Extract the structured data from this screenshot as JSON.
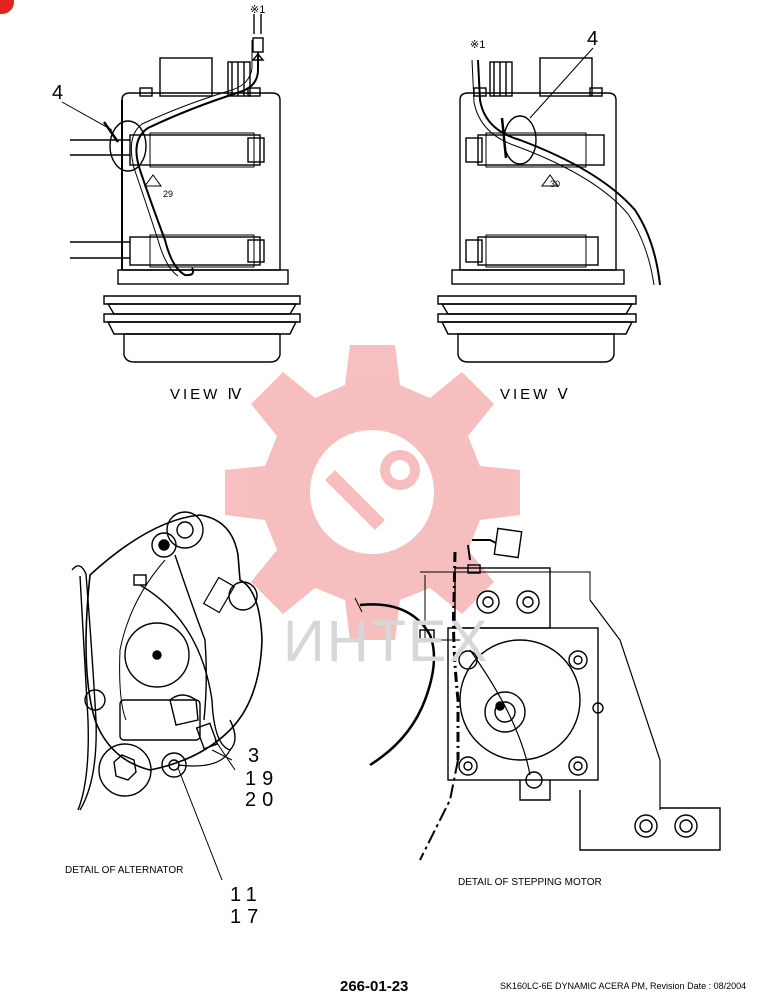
{
  "views": {
    "left_title": "VIEW Ⅳ",
    "right_title": "VIEW Ⅴ"
  },
  "reference_marks": {
    "left": "※1",
    "right": "※1"
  },
  "callouts": {
    "view4_item": "4",
    "view5_item": "4",
    "alt_3": "3",
    "alt_19": "19",
    "alt_20": "20",
    "alt_11": "11",
    "alt_17": "17"
  },
  "angle_marks": {
    "view4": "29",
    "view5": "30"
  },
  "captions": {
    "alternator": "DETAIL OF ALTERNATOR",
    "stepping_motor": "DETAIL OF STEPPING MOTOR"
  },
  "watermark": {
    "text": "ИНТЕХ",
    "color": "#f4a9a9"
  },
  "footer": {
    "page_number": "266-01-23",
    "revision": "SK160LC-6E DYNAMIC ACERA PM, Revision Date : 08/2004"
  },
  "colors": {
    "line": "#000000",
    "watermark": "#f4a9a9",
    "badge": "#e1241f"
  }
}
